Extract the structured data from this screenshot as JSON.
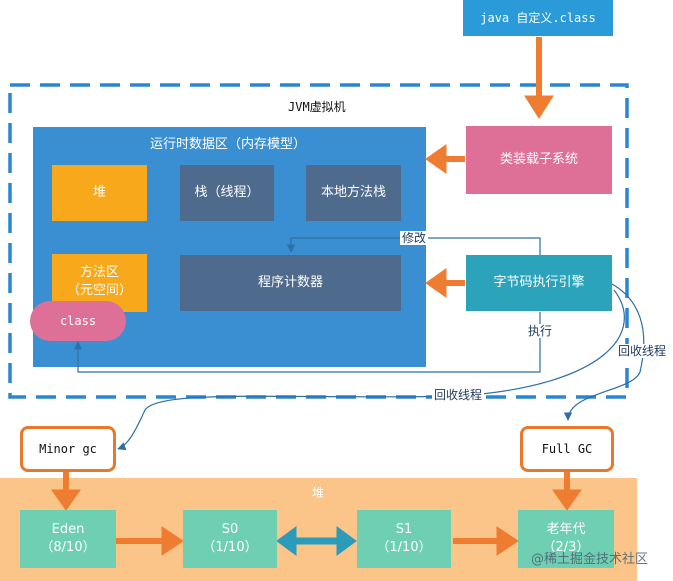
{
  "jvm": {
    "title": "JVM虚拟机"
  },
  "java_class": {
    "label": "java 自定义.class"
  },
  "runtime": {
    "title": "运行时数据区（内存模型）",
    "heap": "堆",
    "stack": "栈（线程）",
    "native_stack": "本地方法栈",
    "method_area": "方法区\n（元空间）",
    "pc": "程序计数器",
    "class_pill": "class"
  },
  "class_loader": {
    "label": "类装载子系统"
  },
  "engine": {
    "label": "字节码执行引擎"
  },
  "edge_labels": {
    "modify": "修改",
    "execute": "执行",
    "gc_thread_right": "回收线程",
    "gc_thread_left": "回收线程"
  },
  "gc": {
    "minor": "Minor gc",
    "full": "Full GC"
  },
  "heap_area": {
    "title": "堆",
    "eden": "Eden\n（8/10）",
    "s0": "S0\n（1/10）",
    "s1": "S1\n（1/10）",
    "old": "老年代\n（2/3）"
  },
  "watermark": "@稀土掘金技术社区",
  "colors": {
    "runtime_bg": "#3a8fd3",
    "dark_box": "#4e6a8c",
    "orange_box": "#f7a81b",
    "pink": "#de6f96",
    "teal": "#2aa3bb",
    "heap_bg": "#fbc58a",
    "heap_box": "#6fcfb3",
    "arrow_orange": "#ee7d31",
    "dashed": "#2a86d1"
  }
}
